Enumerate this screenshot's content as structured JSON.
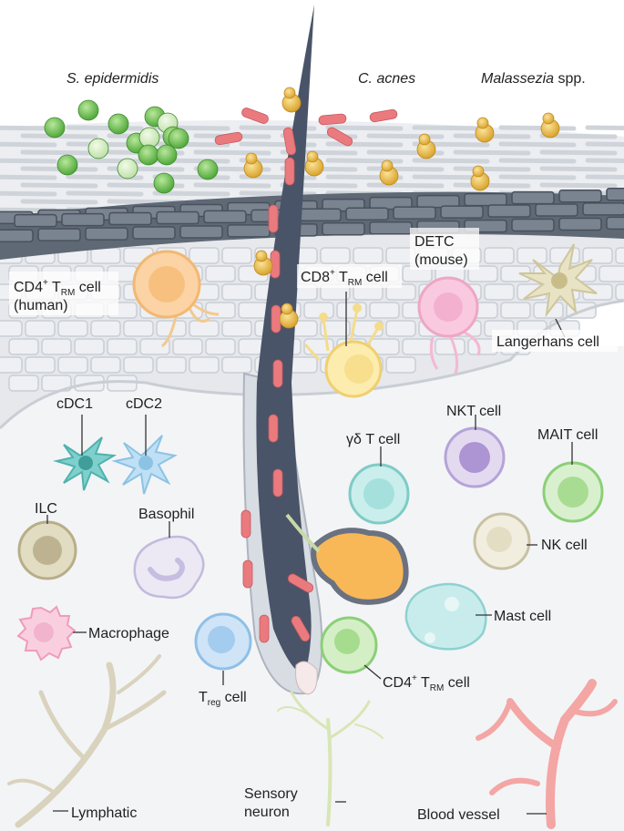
{
  "microbes": {
    "s_epidermidis": "S. epidermidis",
    "c_acnes": "C. acnes",
    "malassezia_genus": "Malassezia",
    "malassezia_suffix": "spp."
  },
  "labels": {
    "cd4_trm_top": {
      "main": "CD4",
      "sup": "+",
      "t": " T",
      "sub": "RM",
      "rest": " cell",
      "line2": "(human)"
    },
    "cd8_trm": {
      "main": "CD8",
      "sup": "+",
      "t": " T",
      "sub": "RM",
      "rest": " cell"
    },
    "detc": {
      "line1": "DETC",
      "line2": "(mouse)"
    },
    "langerhans": "Langerhans cell",
    "cdc1": "cDC1",
    "cdc2": "cDC2",
    "gd_t": "γδ T cell",
    "nkt": "NKT cell",
    "mait": "MAIT cell",
    "ilc": "ILC",
    "basophil": "Basophil",
    "nk": "NK cell",
    "macrophage": "Macrophage",
    "mast": "Mast cell",
    "treg": {
      "t": "T",
      "sub": "reg",
      "rest": " cell"
    },
    "cd4_trm_bottom": {
      "main": "CD4",
      "sup": "+",
      "t": " T",
      "sub": "RM",
      "rest": " cell"
    },
    "sensory_line1": "Sensory",
    "sensory_line2": "neuron",
    "lymphatic": "Lymphatic",
    "blood_vessel": "Blood vessel"
  },
  "colors": {
    "s_epidermidis": "#6cc04a",
    "c_acnes": "#e8767a",
    "malassezia": "#e8b73a",
    "stratum_corneum": "#d9dde2",
    "basal_layer": "#5c6470",
    "epidermis_cells": "#e6e8eb",
    "dermis": "#f2f3f5",
    "hair": "#4a5468",
    "blood_vessel": "#f3a6a4",
    "lymphatic": "#d9d2bd",
    "neuron": "#d7e6b5"
  }
}
